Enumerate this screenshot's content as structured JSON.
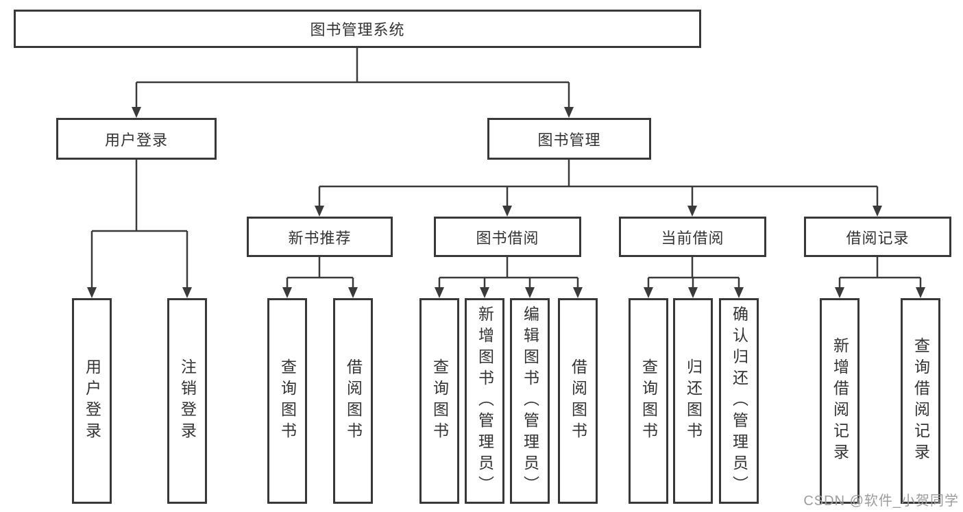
{
  "diagram": {
    "root": {
      "label": "图书管理系统"
    },
    "level2": [
      {
        "label": "用户登录"
      },
      {
        "label": "图书管理"
      }
    ],
    "level3": [
      {
        "label": "新书推荐"
      },
      {
        "label": "图书借阅"
      },
      {
        "label": "当前借阅"
      },
      {
        "label": "借阅记录"
      }
    ],
    "leaves": {
      "userLogin": [
        {
          "label": "用户登录"
        },
        {
          "label": "注销登录"
        }
      ],
      "newBook": [
        {
          "label": "查询图书"
        },
        {
          "label": "借阅图书"
        }
      ],
      "bookBorrow": [
        {
          "label": "查询图书"
        },
        {
          "label": "新增图书（管理员）"
        },
        {
          "label": "编辑图书（管理员）"
        },
        {
          "label": "借阅图书"
        }
      ],
      "currentBorrow": [
        {
          "label": "查询图书"
        },
        {
          "label": "归还图书"
        },
        {
          "label": "确认归还（管理员）"
        }
      ],
      "borrowRecord": [
        {
          "label": "新增借阅记录"
        },
        {
          "label": "查询借阅记录"
        }
      ]
    }
  },
  "watermark": {
    "text": "CSDN @软件_小贺同学"
  },
  "colors": {
    "line": "#3a3a3a",
    "border": "#383838",
    "text": "#333333",
    "watermark": "#9c9c9c",
    "background": "#ffffff"
  }
}
